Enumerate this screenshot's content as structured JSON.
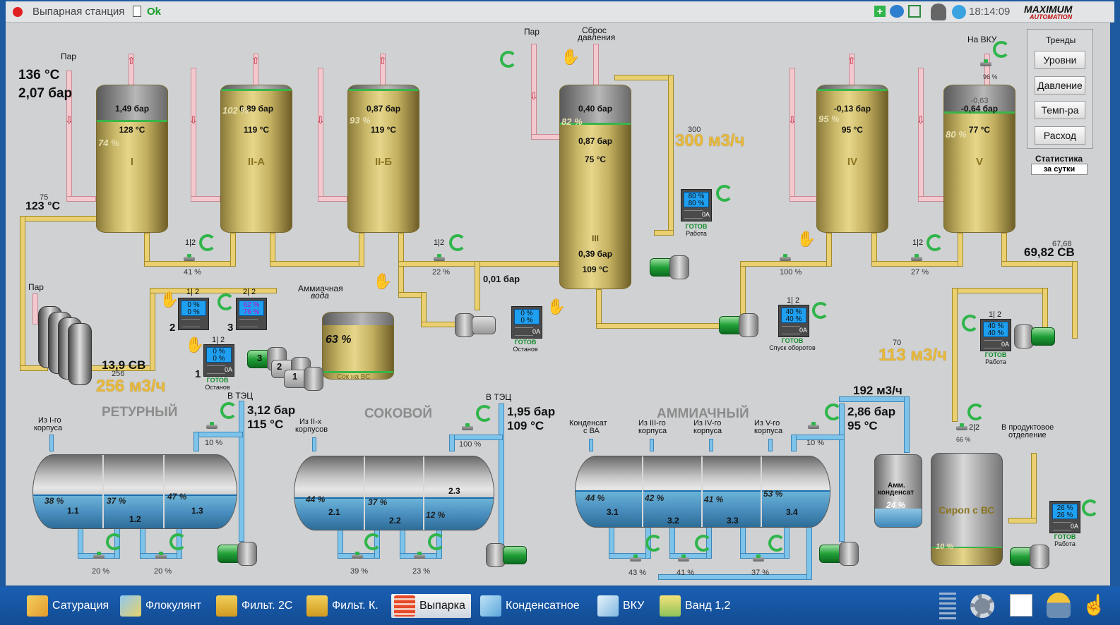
{
  "window": {
    "title": "Выпарная станция",
    "status": "Ok",
    "time": "18:14:09",
    "brand_top": "MAXIMUM",
    "brand_bottom": "AUTOMATION"
  },
  "trends": {
    "title": "Тренды",
    "buttons": [
      "Уровни",
      "Давление",
      "Темп-ра",
      "Расход"
    ],
    "stats_title": "Статистика",
    "stats_btn": "за сутки"
  },
  "inlet": {
    "temp": "136 °C",
    "pressure": "2,07 бар",
    "steam": "Пар"
  },
  "bodies": [
    {
      "id": "I",
      "pressure": "1,49 бар",
      "temp": "128 °C",
      "level": "74 %"
    },
    {
      "id": "II-A",
      "pressure": "0,89 бар",
      "temp": "119 °C",
      "level": "102 %"
    },
    {
      "id": "II-Б",
      "pressure": "0,87 бар",
      "temp": "119 °C",
      "level": "93 %"
    },
    {
      "id": "III",
      "pressure_top": "0,40 бар",
      "pressure_mid": "0,87 бар",
      "temp_mid": "75 °C",
      "pressure_bot": "0,39 бар",
      "temp_bot": "109 °C",
      "level": "82 %"
    },
    {
      "id": "IV",
      "pressure": "-0,13 бар",
      "temp": "95 °C",
      "level": "95 %"
    },
    {
      "id": "V",
      "pressure": "-0,64 бар",
      "pressure_shadow": "-0,63",
      "temp": "77 °C",
      "level": "80 %"
    }
  ],
  "labels": {
    "steam2": "Пар",
    "steam3": "Пар",
    "release": "Сброс",
    "release2": "давления",
    "to_vku": "На ВКУ",
    "ammonia_water": "Аммиачная",
    "ammonia_water2": "вода",
    "to_tec1": "В ТЭЦ",
    "to_tec2": "В ТЭЦ",
    "from_i": "Из I-го",
    "from_i2": "корпуса",
    "from_ii": "Из II-х",
    "from_ii2": "корпусов",
    "cond_va": "Конденсат",
    "cond_va2": "с ВА",
    "from_iii": "Из III-го",
    "from_iii2": "корпуса",
    "from_iv": "Из IV-го",
    "from_iv2": "корпуса",
    "from_v": "Из V-го",
    "from_v2": "корпуса",
    "to_product": "В продуктовое",
    "to_product2": "отделение",
    "amm_cond": "Амм.",
    "amm_cond2": "конденсат",
    "syrup": "Сироп с  ВС",
    "juice_vs": "Сок на ВС"
  },
  "values": {
    "t123": "123 °C",
    "t123_small": "75",
    "flow300_small": "300",
    "flow300": "300 м3/ч",
    "cv6982": "69,82 СВ",
    "cv6982_small": "67,68",
    "p001": "0,01 бар",
    "cv139": "13,9 СВ",
    "flow256_small": "256",
    "flow256": "256 м3/ч",
    "flow113_small": "70",
    "flow113": "113 м3/ч",
    "ret_p": "3,12 бар",
    "ret_t": "115 °C",
    "juice_p": "1,95 бар",
    "juice_t": "109 °C",
    "amm_flow": "192 м3/ч",
    "amm_p": "2,86 бар",
    "amm_t": "95 °C",
    "tank63": "63 %",
    "amm_cond_lvl": "24 %",
    "syrup_lvl": "10 %",
    "v41": "41 %",
    "v22": "22 %",
    "v100": "100 %",
    "v27": "27 %",
    "v96": "96 %",
    "v66": "66 %",
    "r10": "10 %",
    "r20a": "20 %",
    "r20b": "20 %",
    "s100": "100 %",
    "s39": "39 %",
    "s23": "23 %",
    "a10": "10 %",
    "a43": "43 %",
    "a41": "41 %",
    "a37": "37 %",
    "half": "1|2",
    "half2": "2|2",
    "n1": "1",
    "n2": "2",
    "n3": "3",
    "n1b": "1",
    "n2b": "2",
    "n3b": "3"
  },
  "groups": {
    "return": "РЕТУРНЫЙ",
    "juice": "СОКОВОЙ",
    "ammonia": "АММИАЧНЫЙ"
  },
  "collectors": {
    "return": [
      {
        "id": "1.1",
        "lvl": "38 %"
      },
      {
        "id": "1.2",
        "lvl": "37 %"
      },
      {
        "id": "1.3",
        "lvl": "47 %"
      }
    ],
    "juice": [
      {
        "id": "2.1",
        "lvl": "44 %"
      },
      {
        "id": "2.2",
        "lvl": "37 %"
      },
      {
        "id": "2.3",
        "lvl": "12 %"
      }
    ],
    "ammonia": [
      {
        "id": "3.1",
        "lvl": "44 %"
      },
      {
        "id": "3.2",
        "lvl": "42 %"
      },
      {
        "id": "3.3",
        "lvl": "41 %"
      },
      {
        "id": "3.4",
        "lvl": "53 %"
      }
    ]
  },
  "panels": [
    {
      "key": "p1",
      "l1": "0 %",
      "l2": "0 %",
      "oa": "0A",
      "status": "",
      "mode": ""
    },
    {
      "key": "p2",
      "l1": "62 %",
      "l2": "76 %",
      "oa": "",
      "status": "",
      "mode": ""
    },
    {
      "key": "p3",
      "l1": "0 %",
      "l2": "0 %",
      "oa": "0A",
      "status": "ГОТОВ",
      "mode": "Останов"
    },
    {
      "key": "p4",
      "l1": "0 %",
      "l2": "0 %",
      "oa": "0A",
      "status": "ГОТОВ",
      "mode": "Останов"
    },
    {
      "key": "p5",
      "l1": "80 %",
      "l2": "80 %",
      "oa": "0A",
      "status": "ГОТОВ",
      "mode": "Работа"
    },
    {
      "key": "p6",
      "l1": "40 %",
      "l2": "40 %",
      "oa": "0A",
      "status": "ГОТОВ",
      "mode": "Спуск оборотов"
    },
    {
      "key": "p7",
      "l1": "40 %",
      "l2": "40 %",
      "oa": "0A",
      "status": "ГОТОВ",
      "mode": "Работа"
    },
    {
      "key": "p8",
      "l1": "26 %",
      "l2": "26 %",
      "oa": "0A",
      "status": "ГОТОВ",
      "mode": "Работа"
    }
  ],
  "panel_heads": {
    "h1": "1| 2",
    "h2": "2| 2",
    "h3": "1| 2",
    "h4": "1| 2",
    "h5": "1| 2"
  },
  "taskbar": [
    "Сатурация",
    "Флокулянт",
    "Фильт. 2С",
    "Фильт. К.",
    "Выпарка",
    "Конденсатное",
    "ВКУ",
    "Ванд 1,2"
  ],
  "colors": {
    "steam_pipe": "#f3c9cf",
    "juice_pipe": "#ead070",
    "water_pipe": "#7ec3ea",
    "ok": "#1a9e2a",
    "flow": "#e8b93a"
  }
}
